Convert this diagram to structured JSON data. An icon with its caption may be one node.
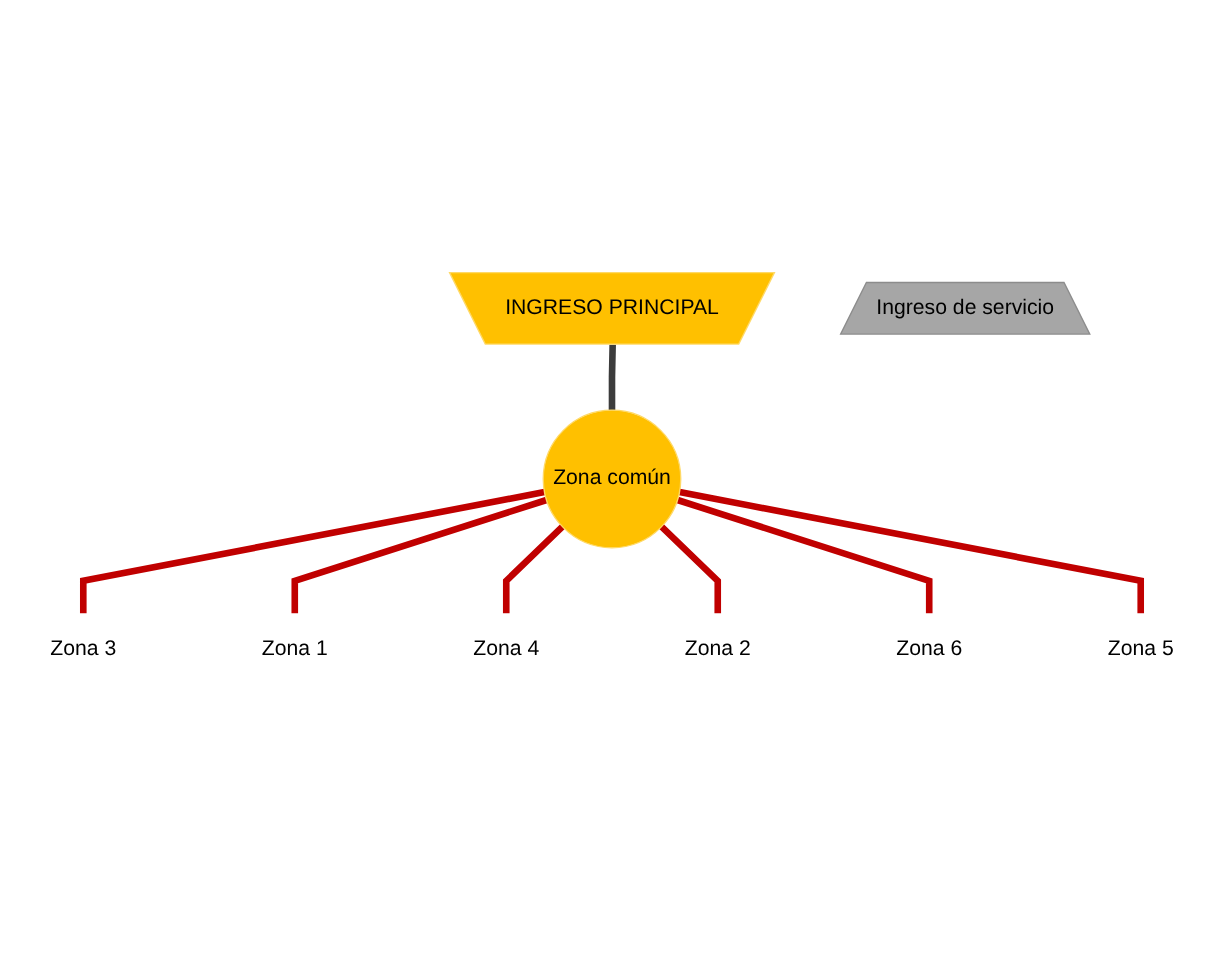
{
  "diagram": {
    "nodes": [
      {
        "text": [
          "INGRESO PRINCIPAL"
        ]
      },
      {
        "text": [
          "Zona 3"
        ]
      },
      {
        "text": [
          "Zona 1"
        ]
      },
      {
        "text": [
          "Zona 4"
        ]
      },
      {
        "text": [
          "Zona común"
        ]
      },
      {
        "text": [
          "Zona 2"
        ]
      },
      {
        "text": [
          "Zona 6"
        ]
      },
      {
        "text": [
          "Zona 5"
        ]
      },
      {
        "text": [
          "Ingreso de servicio"
        ]
      }
    ],
    "edges": [
      {
        "from": 0,
        "to": 4,
        "arrow": "none",
        "color": "#3c3c3c"
      },
      {
        "from": 4,
        "to": 1,
        "arrow": "none"
      },
      {
        "from": 4,
        "to": 2,
        "arrow": "none"
      },
      {
        "from": 4,
        "to": 3,
        "arrow": "none"
      },
      {
        "from": 4,
        "to": 5,
        "arrow": "none"
      },
      {
        "from": 4,
        "to": 6,
        "arrow": "none"
      },
      {
        "from": 4,
        "to": 7,
        "arrow": "none"
      }
    ]
  }
}
